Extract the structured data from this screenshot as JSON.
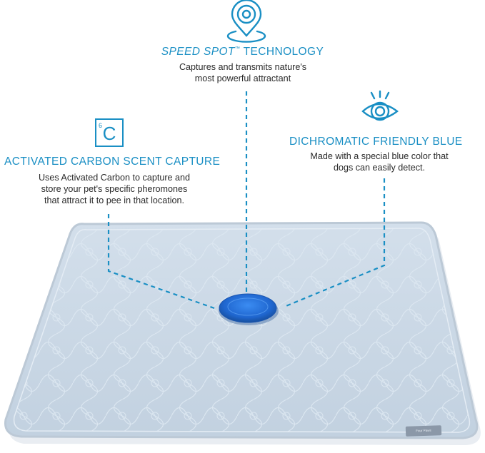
{
  "speed_spot": {
    "heading_em": "SPEED SPOT",
    "heading_tm": "™",
    "heading_rest": " TECHNOLOGY",
    "desc_line1": "Captures and transmits nature's",
    "desc_line2": "most powerful attractant",
    "icon": "location-pin-icon"
  },
  "carbon": {
    "element_number": "6",
    "element_symbol": "C",
    "heading": "ACTIVATED CARBON SCENT CAPTURE",
    "desc_line1": "Uses Activated Carbon to capture and",
    "desc_line2": "store your pet's specific pheromones",
    "desc_line3": "that attract it to pee in that location.",
    "icon": "carbon-element-icon"
  },
  "dichromatic": {
    "heading": "DICHROMATIC FRIENDLY BLUE",
    "desc_line1": "Made with a special blue color that",
    "desc_line2": "dogs can easily detect.",
    "icon": "eye-icon"
  },
  "pad": {
    "tag_text": "Four Paws",
    "pad_color": "#c8d6e4",
    "spot_color": "#1f6fd6"
  },
  "colors": {
    "accent": "#1a8fc4",
    "text": "#2a2a2a"
  }
}
